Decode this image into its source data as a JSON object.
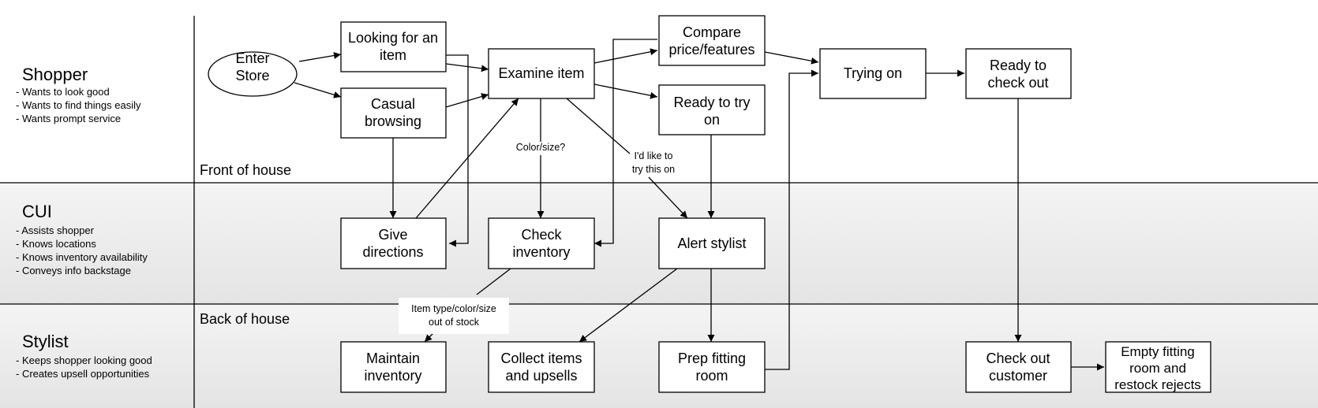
{
  "lanes": [
    {
      "id": "shopper",
      "title": "Shopper",
      "notes": [
        "- Wants to look good",
        "- Wants to find things easily",
        "- Wants prompt service"
      ]
    },
    {
      "id": "cui",
      "title": "CUI",
      "notes": [
        "- Assists shopper",
        "- Knows locations",
        "- Knows inventory availability",
        "- Conveys info backstage"
      ]
    },
    {
      "id": "stylist",
      "title": "Stylist",
      "notes": [
        "- Keeps shopper looking good",
        "- Creates upsell opportunities"
      ]
    }
  ],
  "zones": {
    "front": "Front of house",
    "back": "Back of house"
  },
  "nodes": {
    "enter_store": [
      "Enter",
      "Store"
    ],
    "looking_for_item": [
      "Looking for an",
      "item"
    ],
    "casual_browsing": [
      "Casual",
      "browsing"
    ],
    "examine_item": [
      "Examine item"
    ],
    "compare_price": [
      "Compare",
      "price/features"
    ],
    "ready_to_try": [
      "Ready to try",
      "on"
    ],
    "trying_on": [
      "Trying on"
    ],
    "ready_checkout": [
      "Ready to",
      "check out"
    ],
    "give_directions": [
      "Give",
      "directions"
    ],
    "check_inventory": [
      "Check",
      "inventory"
    ],
    "alert_stylist": [
      "Alert stylist"
    ],
    "maintain_inventory": [
      "Maintain",
      "inventory"
    ],
    "collect_items": [
      "Collect items",
      "and upsells"
    ],
    "prep_fitting": [
      "Prep fitting",
      "room"
    ],
    "check_out_customer": [
      "Check out",
      "customer"
    ],
    "empty_fitting": [
      "Empty fitting",
      "room and",
      "restock rejects"
    ]
  },
  "edge_labels": {
    "color_size": [
      "Color/size?"
    ],
    "like_to_try": [
      "I'd like to",
      "try this on"
    ],
    "out_of_stock": [
      "Item type/color/size",
      "out of stock"
    ]
  },
  "colors": {
    "lane_fill": "#eeeeee",
    "line": "#000000",
    "node_fill": "#ffffff"
  }
}
